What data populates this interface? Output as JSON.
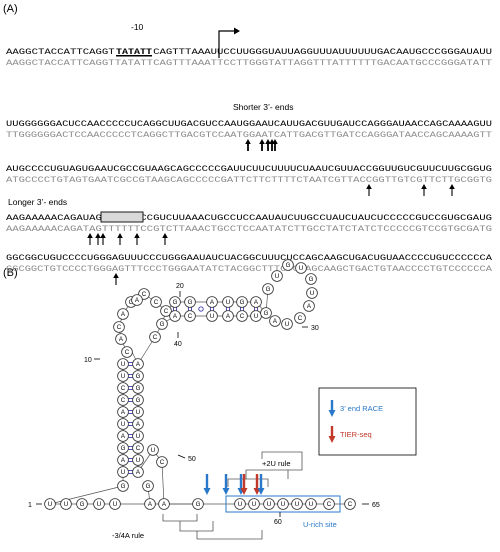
{
  "panels": {
    "a": "(A)",
    "b": "(B)"
  },
  "sequence": {
    "minus10": "-10",
    "promoter_box": "TATATT",
    "lines": [
      {
        "top": "AAGGCTACCATTCAGGTTATATTCAGTTTAAAUUCCUUGGGUAUUAGGUUUAUUUUUUGACAAUGCCCGGGAUAUU",
        "bot": "AAGGCTACCATTCAGGTTATATTCAGTTTAAATTCCTTGGGTATTAGGTTTATTTTTTGACAATGCCCGGGATATT"
      },
      {
        "top": "UUGGGGGGACUCCAACCCCCUCAGGCUUGACGUCCAAUGGAAUCAUUGACGUUGAUCCAGGGAUAACCAGCAAAAGUU",
        "bot": "TTGGGGGGACTCCAACCCCCTCAGGCTTGACGTCCAATGGAATCATTGACGTTGATCCAGGGATAACCAGCAAAAGTT"
      },
      {
        "top": "AUGCCCCUGUAGUGAAUCGCCGUAAGCAGCCCCCGAUUCUUCUUUUCUAAUCGUUACCGGUUGUCGUUCUUGCGGUG",
        "bot": "ATGCCCCTGTAGTGAATCGCCGTAAGCAGCCCCCGATTCTTCTTTTCTAATCGTTACCGGTTGTCGTTCTTGCGGTG"
      },
      {
        "top": "AAGAAAAACAGAUAGUUUUUUCCGUCUUAAACUGCCUCCAAUAUCUUGCCUAUCUAUCUCCCCCGUCCGUGCGAUG",
        "bot": "AAGAAAAACAGATAGTTTTTTCCGTCTTAAACTGCCTCCAATATCTTGCCTATCTATCTCCCCCGTCCGTGCGATG"
      },
      {
        "top": "GGCGGCUGUCCCCUGGGAGUUUCCCUGGGAAUAUCUACGGCUUUCUCCAGCAAGCUGACUGUAACCCCUGUCCCCCCA",
        "bot": "GGCGGCTGTCCCCTGGGAGTTTCCCTGGGAATATCTACGGCTTTCTCCAGCAAGCTGACTGTAACCCCTGTCCCCCCA"
      }
    ],
    "shorter_ends_label": "Shorter 3’- ends",
    "longer_ends_label": "Longer 3’- ends"
  },
  "structure": {
    "positions": {
      "p1": "1",
      "p10": "10",
      "p20": "20",
      "p30": "30",
      "p40": "40",
      "p50": "50",
      "p60": "60",
      "p65": "65"
    },
    "rules": {
      "plus2u": "+2U rule",
      "minus34a": "-3/4A rule"
    },
    "u_rich_site": "U-rich site"
  },
  "legend": {
    "items": [
      {
        "label": "3’ end RACE",
        "color": "#2a78c9"
      },
      {
        "label": "TIER-seq",
        "color": "#c0392b"
      }
    ]
  },
  "colors": {
    "race": "#2a78c9",
    "tier": "#c0392b",
    "pair": "#3f3fb0",
    "box": "#2a78c9"
  }
}
